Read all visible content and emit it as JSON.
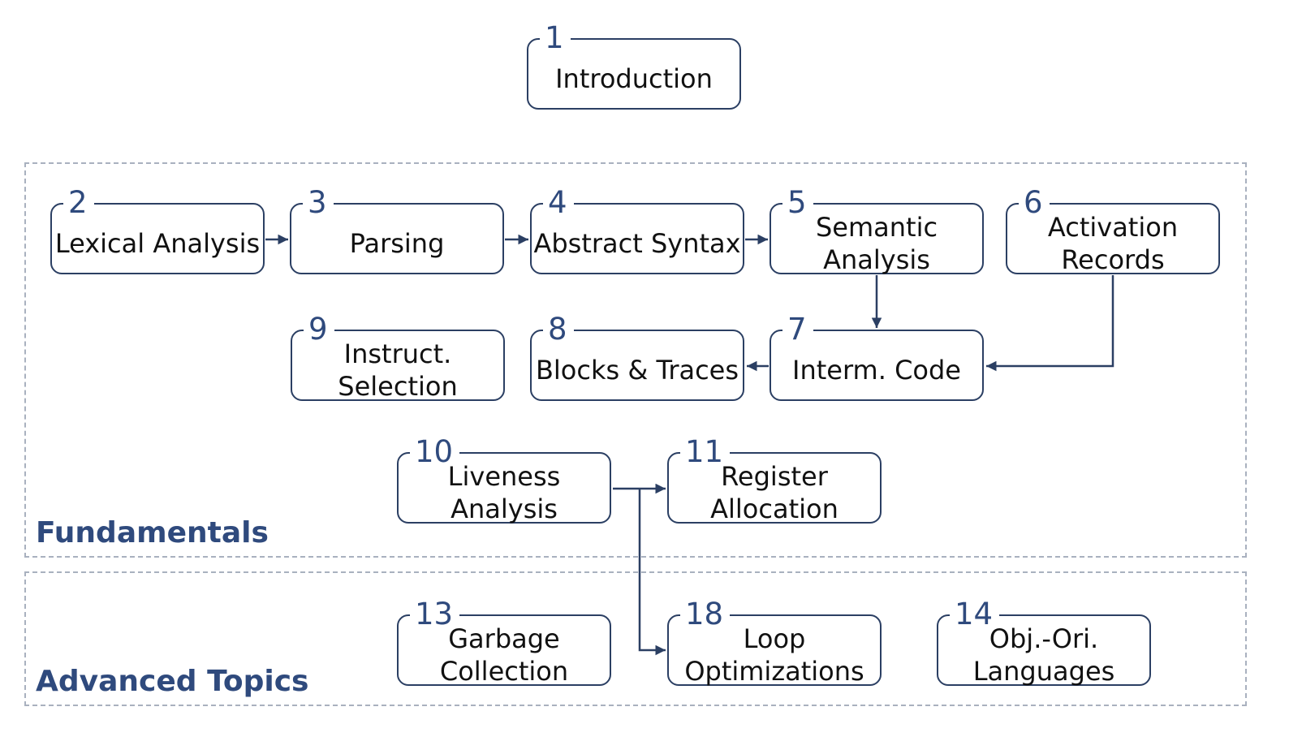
{
  "groups": {
    "fundamentals": "Fundamentals",
    "advanced": "Advanced Topics"
  },
  "chapters": {
    "c1": {
      "num": "1",
      "l1": "Introduction",
      "l2": ""
    },
    "c2": {
      "num": "2",
      "l1": "Lexical Analysis",
      "l2": ""
    },
    "c3": {
      "num": "3",
      "l1": "Parsing",
      "l2": ""
    },
    "c4": {
      "num": "4",
      "l1": "Abstract Syntax",
      "l2": ""
    },
    "c5": {
      "num": "5",
      "l1": "Semantic",
      "l2": "Analysis"
    },
    "c6": {
      "num": "6",
      "l1": "Activation",
      "l2": "Records"
    },
    "c7": {
      "num": "7",
      "l1": "Interm. Code",
      "l2": ""
    },
    "c8": {
      "num": "8",
      "l1": "Blocks & Traces",
      "l2": ""
    },
    "c9": {
      "num": "9",
      "l1": "Instruct.",
      "l2": "Selection"
    },
    "c10": {
      "num": "10",
      "l1": "Liveness",
      "l2": "Analysis"
    },
    "c11": {
      "num": "11",
      "l1": "Register",
      "l2": "Allocation"
    },
    "c13": {
      "num": "13",
      "l1": "Garbage",
      "l2": "Collection"
    },
    "c18": {
      "num": "18",
      "l1": "Loop",
      "l2": "Optimizations"
    },
    "c14": {
      "num": "14",
      "l1": "Obj.-Ori.",
      "l2": "Languages"
    }
  },
  "colors": {
    "accent": "#2f4a7d",
    "border": "#2b3f63",
    "dashed": "#a9b1bf"
  }
}
